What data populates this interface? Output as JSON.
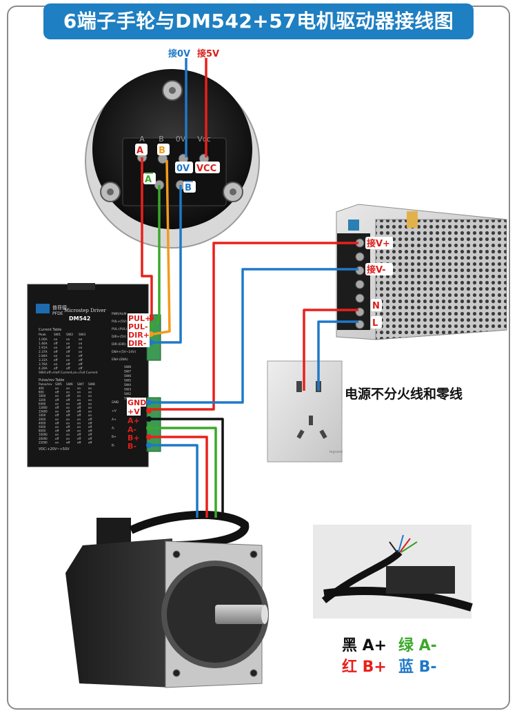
{
  "title": "6端子手轮与DM542+57电机驱动器接线图",
  "colors": {
    "title_bg": "#1e7fc2",
    "wire_red": "#e8201b",
    "wire_blue": "#1f78c8",
    "wire_green": "#3ba82a",
    "wire_orange": "#f29b1a",
    "wire_black": "#111111",
    "label_red": "#d9201c"
  },
  "handwheel": {
    "top_label_0v": "接0V",
    "top_label_5v": "接5V",
    "printed_terminals": [
      "A",
      "B",
      "0V",
      "Vcc"
    ],
    "terminal_tags": {
      "a": "A",
      "b": "B",
      "zero_v": "0V",
      "vcc": "VCC",
      "a_bar": "A",
      "b_bar": "B"
    }
  },
  "driver": {
    "brand": "PFDE",
    "brand_cn": "普菲德",
    "subtitle": "Microstep Driver",
    "model": "DM542",
    "current_table_title": "Current Table",
    "current_table_header": [
      "Peak",
      "SW1",
      "SW2",
      "SW3"
    ],
    "current_table_rows": [
      [
        "1.00A",
        "on",
        "on",
        "on"
      ],
      [
        "1.46A",
        "off",
        "on",
        "on"
      ],
      [
        "1.91A",
        "on",
        "off",
        "on"
      ],
      [
        "2.37A",
        "off",
        "off",
        "on"
      ],
      [
        "2.84A",
        "on",
        "on",
        "off"
      ],
      [
        "3.31A",
        "off",
        "on",
        "off"
      ],
      [
        "3.76A",
        "on",
        "off",
        "off"
      ],
      [
        "4.20A",
        "off",
        "off",
        "off"
      ]
    ],
    "sw4_note": "SW4:off=Half Current,on=Full Current",
    "pulse_table_title": "Pulse/rev Table",
    "pulse_table_header": [
      "Pulse/rev",
      "SW5",
      "SW6",
      "SW7",
      "SW8"
    ],
    "pulse_table_rows": [
      [
        "400",
        "on",
        "on",
        "on",
        "on"
      ],
      [
        "800",
        "off",
        "on",
        "on",
        "on"
      ],
      [
        "1600",
        "on",
        "off",
        "on",
        "on"
      ],
      [
        "3200",
        "off",
        "off",
        "on",
        "on"
      ],
      [
        "6400",
        "on",
        "on",
        "off",
        "on"
      ],
      [
        "12800",
        "off",
        "on",
        "off",
        "on"
      ],
      [
        "25600",
        "on",
        "off",
        "off",
        "on"
      ],
      [
        "1000",
        "off",
        "off",
        "off",
        "on"
      ],
      [
        "2000",
        "on",
        "on",
        "on",
        "off"
      ],
      [
        "4000",
        "off",
        "on",
        "on",
        "off"
      ],
      [
        "5000",
        "on",
        "off",
        "on",
        "off"
      ],
      [
        "8000",
        "off",
        "off",
        "on",
        "off"
      ],
      [
        "10000",
        "on",
        "on",
        "off",
        "off"
      ],
      [
        "20000",
        "off",
        "on",
        "off",
        "off"
      ],
      [
        "25000",
        "on",
        "off",
        "off",
        "off"
      ]
    ],
    "vdc": "VDC:+20V~+50V",
    "printed_signals": [
      "PWR/ALM",
      "PUL+(5V)",
      "PUL-(PUL)",
      "DIR+(5V)",
      "DIR-(DIR)",
      "ENA+(5V~24V)",
      "ENA-(ENA)"
    ],
    "sw_labels": [
      "SW8",
      "SW7",
      "SW6",
      "SW5",
      "SW4",
      "SW3",
      "SW2",
      "SW1"
    ],
    "printed_power": [
      "GND",
      "+V",
      "A+",
      "A-",
      "B+",
      "B-"
    ],
    "signal_tags": [
      "PUL+",
      "PUL-",
      "DIR+",
      "DIR-"
    ],
    "power_tags": [
      "GND",
      "+V",
      "A+",
      "A-",
      "B+",
      "B-"
    ]
  },
  "power_supply": {
    "tag_v_plus": "接V+",
    "tag_v_minus": "接V-",
    "tag_n": "N",
    "tag_l": "L"
  },
  "outlet": {
    "brand": "legrand",
    "note": "电源不分火线和零线"
  },
  "legend": {
    "black": "黑 A+",
    "green": "绿 A-",
    "red": "红 B+",
    "blue": "蓝 B-"
  }
}
